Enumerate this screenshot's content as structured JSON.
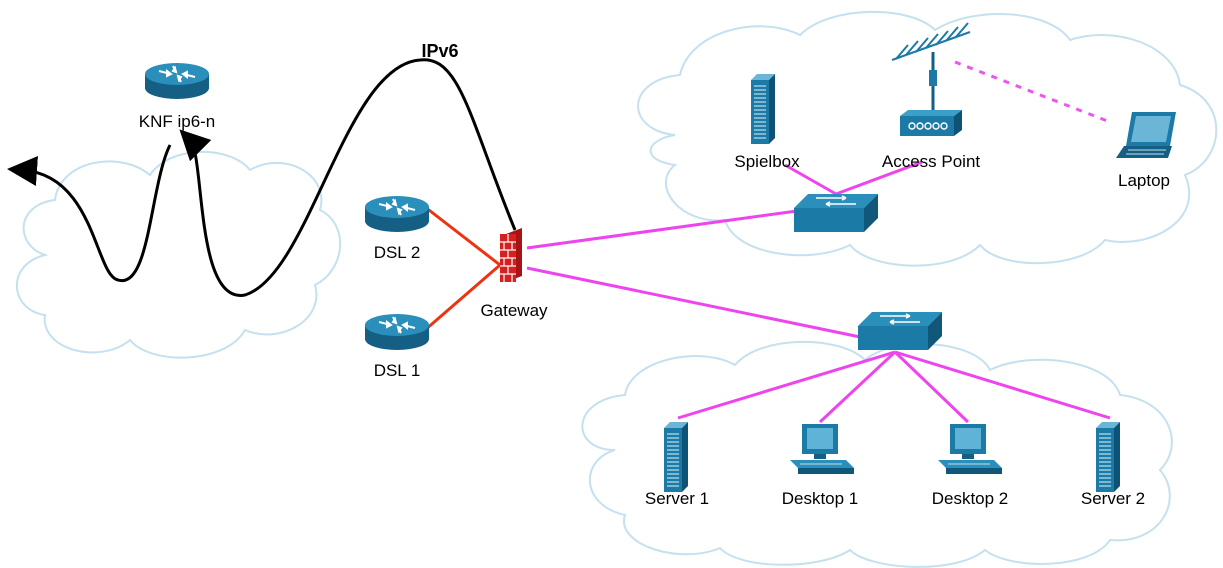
{
  "diagram": {
    "tunnel_label": "IPv6",
    "nodes": {
      "knf_router": "KNF ip6-n",
      "dsl2": "DSL 2",
      "dsl1": "DSL 1",
      "gateway": "Gateway",
      "spielbox": "Spielbox",
      "access_point": "Access Point",
      "laptop": "Laptop",
      "server1": "Server 1",
      "desktop1": "Desktop 1",
      "desktop2": "Desktop 2",
      "server2": "Server 2"
    },
    "colors": {
      "lan_link": "#ee44ee",
      "wan_link": "#ee3311",
      "tunnel": "#000000",
      "device": "#1b7aa6",
      "cloud_outline": "#c5e0ee",
      "firewall": "#d42020"
    }
  }
}
